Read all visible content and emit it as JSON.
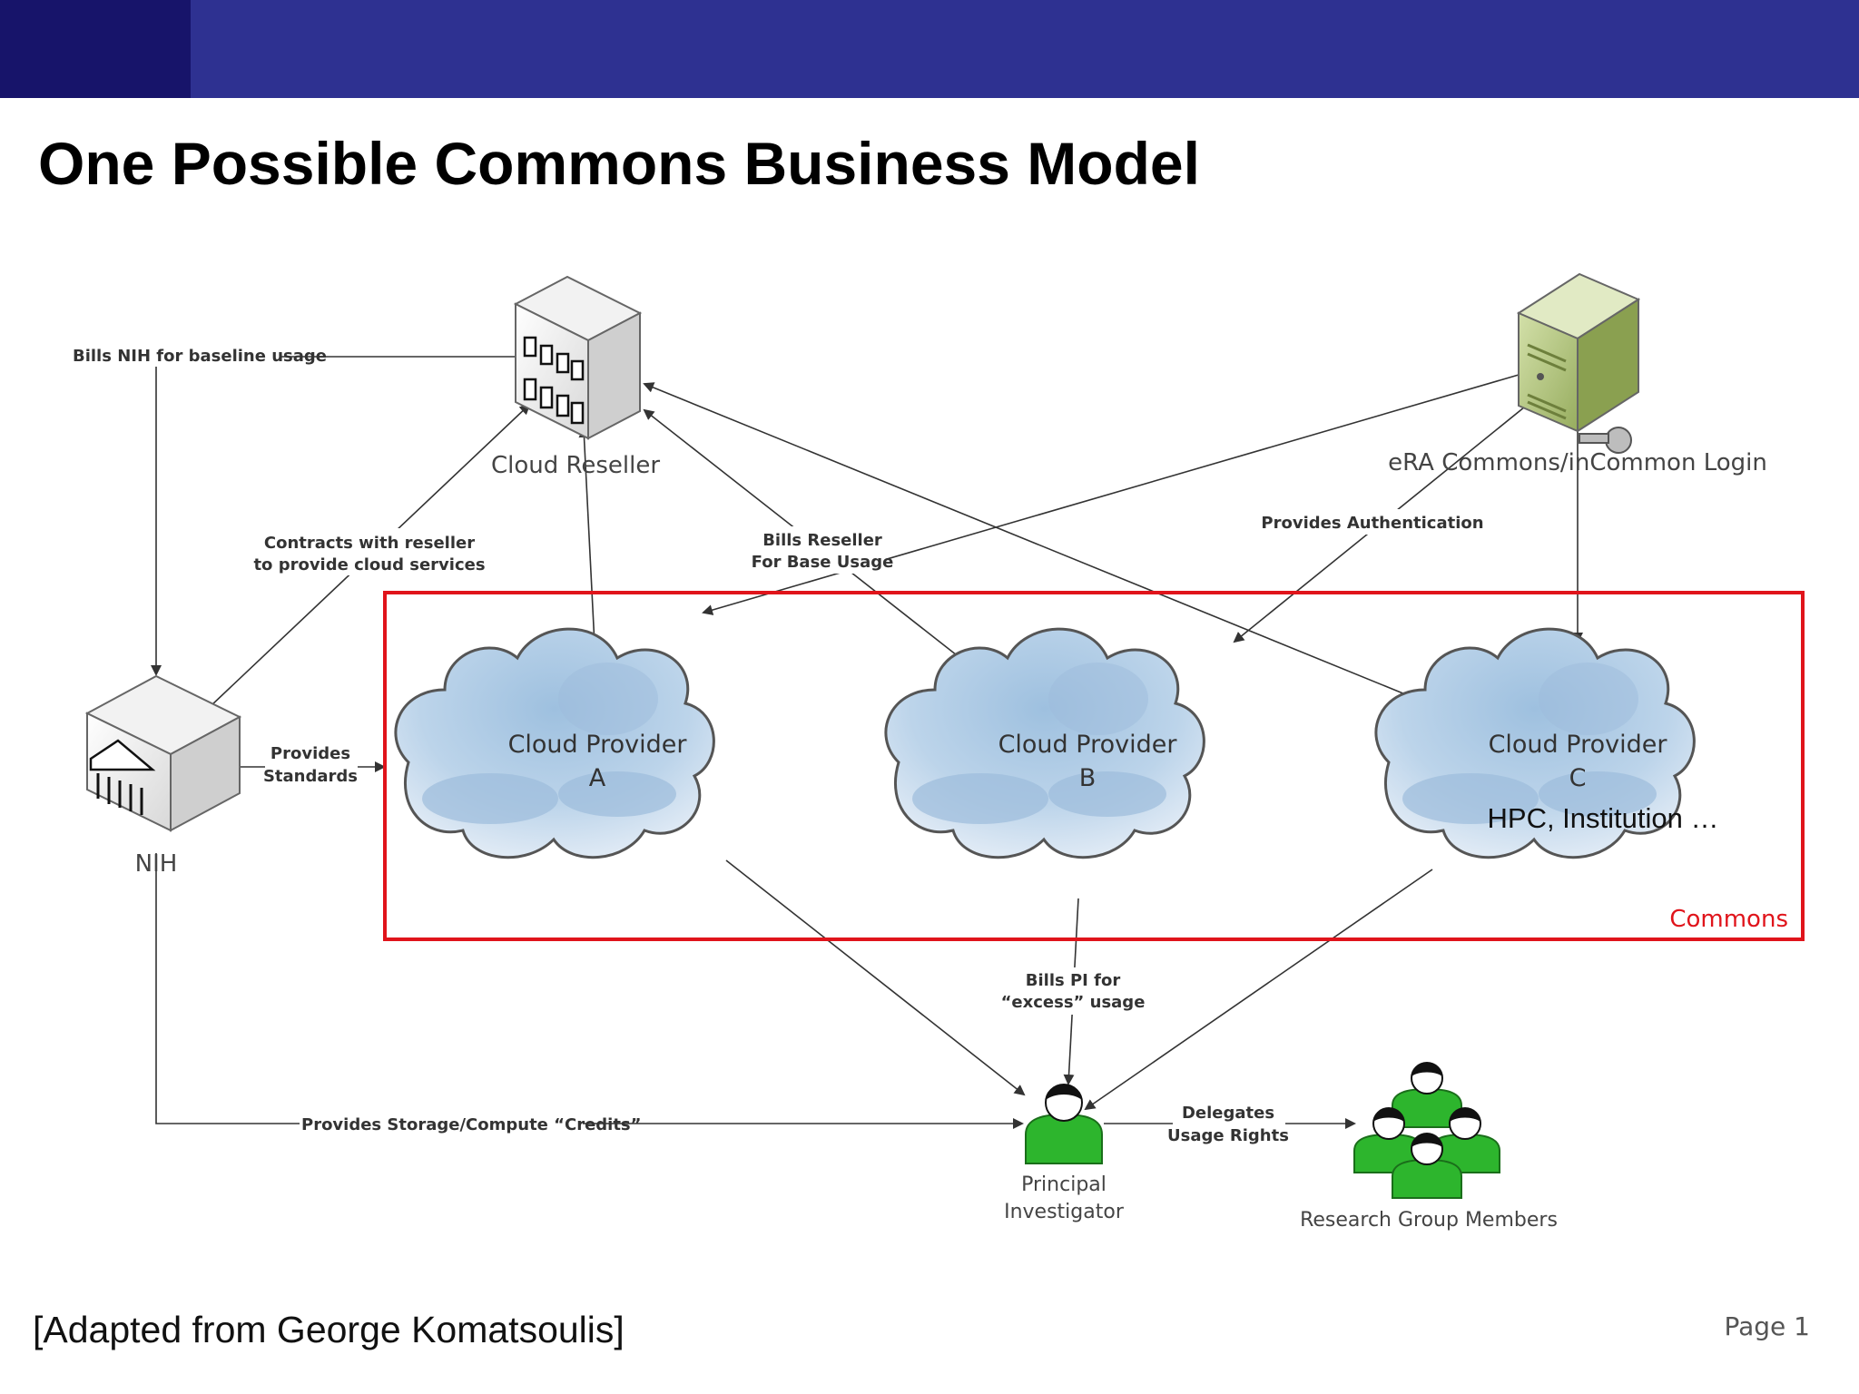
{
  "slide": {
    "title": "One Possible Commons Business Model",
    "footer_note": "[Adapted from George Komatsoulis]",
    "page_label": "Page 1"
  },
  "nodes": {
    "cloud_reseller": "Cloud Reseller",
    "era_login": "eRA Commons/inCommon Login",
    "nih": "NIH",
    "provider_a_line1": "Cloud Provider",
    "provider_a_line2": "A",
    "provider_b_line1": "Cloud Provider",
    "provider_b_line2": "B",
    "provider_c_line1": "Cloud Provider",
    "provider_c_line2": "C",
    "provider_c_line3": "HPC, Institution …",
    "commons": "Commons",
    "pi_line1": "Principal",
    "pi_line2": "Investigator",
    "research_group": "Research Group Members"
  },
  "edge_labels": {
    "bills_nih": "Bills NIH for baseline usage",
    "contracts_line1": "Contracts with reseller",
    "contracts_line2": "to provide cloud services",
    "bills_reseller_line1": "Bills Reseller",
    "bills_reseller_line2": "For Base Usage",
    "provides_auth": "Provides Authentication",
    "provides_standards_line1": "Provides",
    "provides_standards_line2": "Standards",
    "bills_pi_line1": "Bills PI for",
    "bills_pi_line2": "“excess” usage",
    "provides_credits": "Provides Storage/Compute “Credits”",
    "delegates_line1": "Delegates",
    "delegates_line2": "Usage Rights"
  },
  "colors": {
    "header_bar": "#2e3191",
    "header_accent": "#17146a",
    "commons_border": "#e0141b",
    "person_green": "#2db52d",
    "server_green": "#b7c98a"
  }
}
